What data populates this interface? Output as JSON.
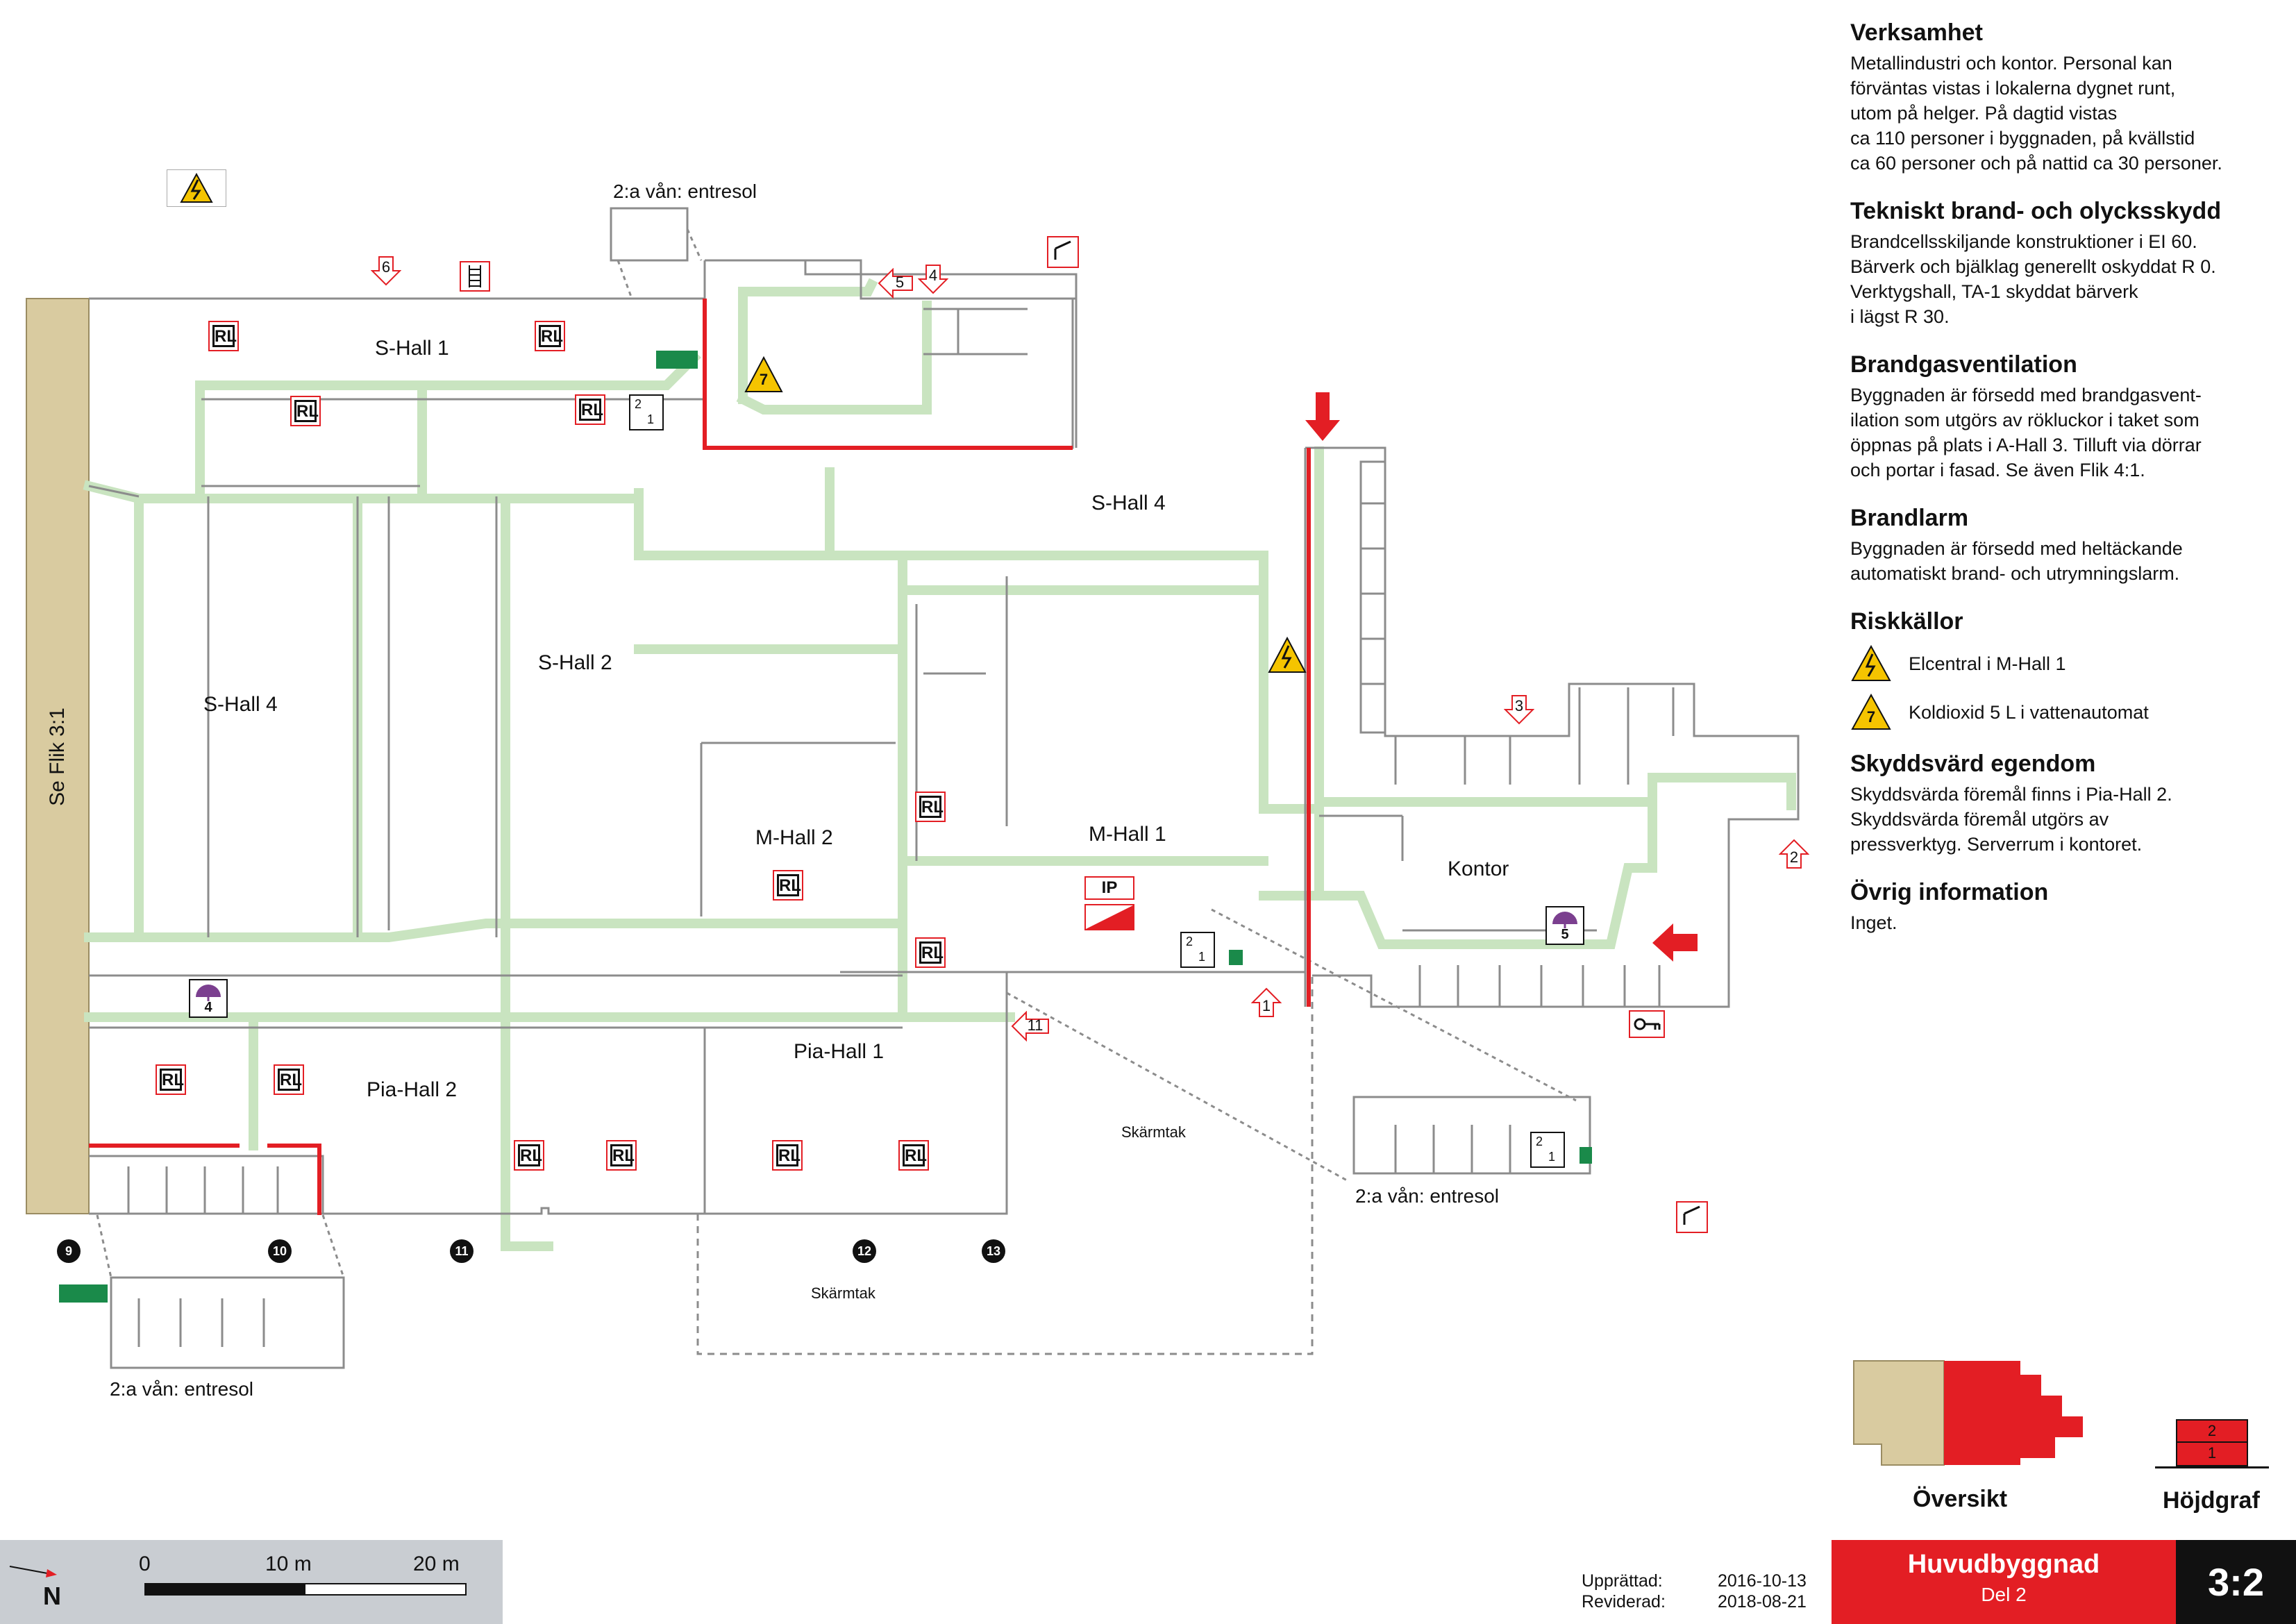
{
  "rooms": {
    "s_hall_1": "S-Hall 1",
    "s_hall_4_left": "S-Hall 4",
    "s_hall_2": "S-Hall 2",
    "s_hall_4_top": "S-Hall 4",
    "m_hall_2": "M-Hall 2",
    "m_hall_1": "M-Hall 1",
    "pia_hall_2": "Pia-Hall 2",
    "pia_hall_1": "Pia-Hall 1",
    "kontor": "Kontor",
    "skarmtak_a": "Skärmtak",
    "skarmtak_b": "Skärmtak"
  },
  "side_label": "Se Flik 3:1",
  "entresol_labels": [
    "2:a vån: entresol",
    "2:a vån: entresol",
    "2:a vån: entresol"
  ],
  "rl_label": "RL",
  "ip_label": "IP",
  "stair_label": {
    "top": "2",
    "bottom": "1"
  },
  "entrance_numbers": [
    "1",
    "2",
    "3",
    "4",
    "5",
    "6",
    "11"
  ],
  "axis_numbers": [
    "9",
    "10",
    "11",
    "12",
    "13"
  ],
  "risk_markers": [
    "7"
  ],
  "valuables_markers": [
    "4",
    "5"
  ],
  "info": {
    "verksamhet_h": "Verksamhet",
    "verksamhet_p": "Metallindustri och kontor. Personal kan\nförväntas vistas i lokalerna dygnet runt,\nutom på helger. På dagtid vistas\nca 110 personer i byggnaden, på kvällstid\nca 60 personer och på nattid ca 30 personer.",
    "tekniskt_h": "Tekniskt brand- och olycksskydd",
    "tekniskt_p": "Brandcellsskiljande konstruktioner i EI 60.\nBärverk och bjälklag generellt oskyddat R 0.\nVerktygshall, TA-1 skyddat bärverk\ni lägst R 30.",
    "brandgas_h": "Brandgasventilation",
    "brandgas_p": "Byggnaden är försedd med brandgasvent-\nilation som utgörs av rökluckor i taket som\nöppnas på plats i A-Hall 3. Tilluft via dörrar\noch portar i fasad. Se även Flik 4:1.",
    "brandlarm_h": "Brandlarm",
    "brandlarm_p": "Byggnaden är försedd med heltäckande\nautomatiskt brand- och utrymningslarm.",
    "risk_h": "Riskkällor",
    "risk_1": "Elcentral i M-Hall 1",
    "risk_2_num": "7",
    "risk_2": "Koldioxid 5 L i vattenautomat",
    "skydd_h": "Skyddsvärd egendom",
    "skydd_p": "Skyddsvärda föremål finns i Pia-Hall 2.\nSkyddsvärda föremål utgörs av\npressverktyg. Serverrum i kontoret.",
    "ovrig_h": "Övrig information",
    "ovrig_p": "Inget."
  },
  "overview_label": "Översikt",
  "height_label": "Höjdgraf",
  "height_levels": [
    "2",
    "1"
  ],
  "scale": {
    "north": "N",
    "t0": "0",
    "t1": "10 m",
    "t2": "20 m"
  },
  "dates": {
    "upp_label": "Upprättad:",
    "upp_value": "2016-10-13",
    "rev_label": "Reviderad:",
    "rev_value": "2018-08-21"
  },
  "title": {
    "main": "Huvudbyggnad",
    "sub": "Del 2",
    "code": "3:2"
  },
  "colors": {
    "route": "#c9e4c0",
    "wall": "#8c8c8c",
    "fire_wall": "#e31e24",
    "side_band": "#d9cba0",
    "title_bg": "#e31e24",
    "warning": "#f5c400",
    "stair_green": "#1a8a4a",
    "valuables": "#7b3f8f"
  }
}
